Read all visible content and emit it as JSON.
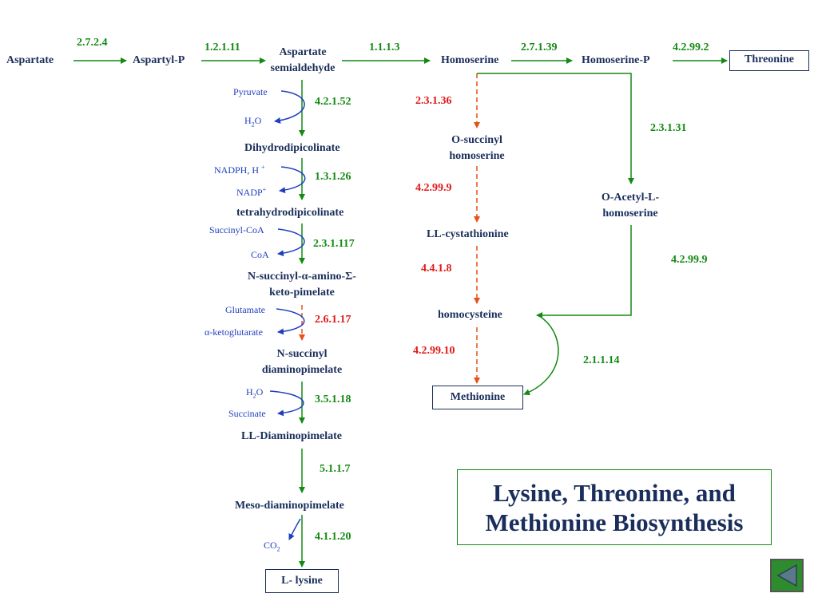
{
  "compounds": {
    "aspartate": "Aspartate",
    "aspartyl_p": "Aspartyl-P",
    "aspartate_semialdehyde": [
      "Aspartate",
      "semialdehyde"
    ],
    "homoserine": "Homoserine",
    "homoserine_p": "Homoserine-P",
    "threonine": "Threonine",
    "dihydrodipicolinate": "Dihydrodipicolinate",
    "tetrahydrodipicolinate": "tetrahydrodipicolinate",
    "n_succinyl_amino_keto_pimelate": [
      "N-succinyl-α-amino-Σ-",
      "keto-pimelate"
    ],
    "n_succinyl_diaminopimelate": [
      "N-succinyl",
      "diaminopimelate"
    ],
    "ll_diaminopimelate": "LL-Diaminopimelate",
    "meso_diaminopimelate": "Meso-diaminopimelate",
    "l_lysine": "L- lysine",
    "o_succinyl_homoserine": [
      "O-succinyl",
      "homoserine"
    ],
    "ll_cystathionine": "LL-cystathionine",
    "homocysteine": "homocysteine",
    "methionine": "Methionine",
    "o_acetyl_l_homoserine": [
      "O-Acetyl-L-",
      "homoserine"
    ]
  },
  "enzymes": {
    "e_2_7_2_4": "2.7.2.4",
    "e_1_2_1_11": "1.2.1.11",
    "e_1_1_1_3": "1.1.1.3",
    "e_2_7_1_39": "2.7.1.39",
    "e_4_2_99_2": "4.2.99.2",
    "e_4_2_1_52": "4.2.1.52",
    "e_1_3_1_26": "1.3.1.26",
    "e_2_3_1_117": "2.3.1.117",
    "e_2_6_1_17": "2.6.1.17",
    "e_3_5_1_18": "3.5.1.18",
    "e_5_1_1_7": "5.1.1.7",
    "e_4_1_1_20": "4.1.1.20",
    "e_2_3_1_36": "2.3.1.36",
    "e_4_2_99_9_red": "4.2.99.9",
    "e_4_4_1_8": "4.4.1.8",
    "e_4_2_99_10": "4.2.99.10",
    "e_2_3_1_31": "2.3.1.31",
    "e_4_2_99_9_green": "4.2.99.9",
    "e_2_1_1_14": "2.1.1.14"
  },
  "cofactors": {
    "pyruvate": "Pyruvate",
    "h2o_1": {
      "base": "H",
      "sub": "2",
      "rest": "O"
    },
    "nadph": {
      "base": "NADPH, H ",
      "sup": "+"
    },
    "nadp": {
      "base": "NADP",
      "sup": "+"
    },
    "succinyl_coa": "Succinyl-CoA",
    "coa": "CoA",
    "glutamate": "Glutamate",
    "a_ketoglutarate": "α-ketoglutarate",
    "h2o_2": {
      "base": "H",
      "sub": "2",
      "rest": "O"
    },
    "succinate": "Succinate",
    "co2": {
      "base": "CO",
      "sub": "2"
    }
  },
  "title": [
    "Lysine, Threonine, and",
    "Methionine Biosynthesis"
  ],
  "colors": {
    "compound_text": "#1a2e5c",
    "enzyme_green": "#138a13",
    "enzyme_red": "#e01818",
    "cofactor_blue": "#1f3fbf",
    "arrow_red": "#e8501a",
    "back_button": "#2e8b2e"
  },
  "icons": {
    "back_button": "triangle-left-icon"
  }
}
